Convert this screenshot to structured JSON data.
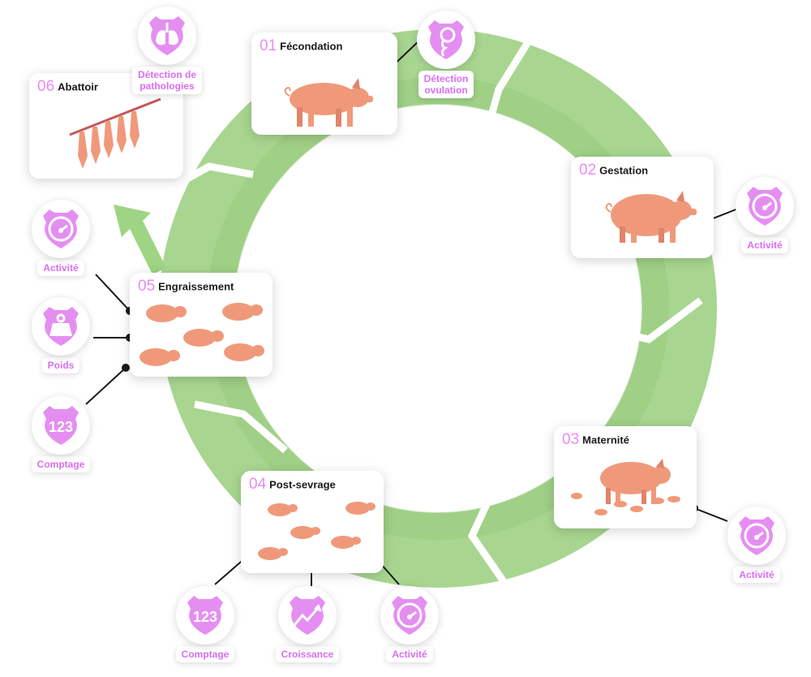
{
  "colors": {
    "ring_outer": "#a8d690",
    "ring_inner": "#97cc7e",
    "accent": "#e58ef2",
    "label": "#d96ef0",
    "pig": "#f0997a",
    "pig_dark": "#e0846a"
  },
  "stages": [
    {
      "num": "01",
      "title": "Fécondation"
    },
    {
      "num": "02",
      "title": "Gestation"
    },
    {
      "num": "03",
      "title": "Maternité"
    },
    {
      "num": "04",
      "title": "Post-sevrage"
    },
    {
      "num": "05",
      "title": "Engraissement"
    },
    {
      "num": "06",
      "title": "Abattoir"
    }
  ],
  "sensors": {
    "detection_ovulation": {
      "label_line1": "Détection",
      "label_line2": "ovulation",
      "icon": "ovulation-icon"
    },
    "gestation_activite": {
      "label": "Activité",
      "icon": "gauge-icon"
    },
    "maternite_activite": {
      "label": "Activité",
      "icon": "gauge-icon"
    },
    "postsevrage_comptage": {
      "label": "Comptage",
      "icon": "counter-123-icon",
      "digits": "123"
    },
    "postsevrage_croissance": {
      "label": "Croissance",
      "icon": "growth-arrow-icon"
    },
    "postsevrage_activite": {
      "label": "Activité",
      "icon": "gauge-icon"
    },
    "engraissement_activite": {
      "label": "Activité",
      "icon": "gauge-icon"
    },
    "engraissement_poids": {
      "label": "Poids",
      "icon": "weight-icon"
    },
    "engraissement_comptage": {
      "label": "Comptage",
      "icon": "counter-123-icon",
      "digits": "123"
    },
    "abattoir_detection": {
      "label_line1": "Détection de",
      "label_line2": "pathologies",
      "icon": "lungs-icon"
    }
  }
}
